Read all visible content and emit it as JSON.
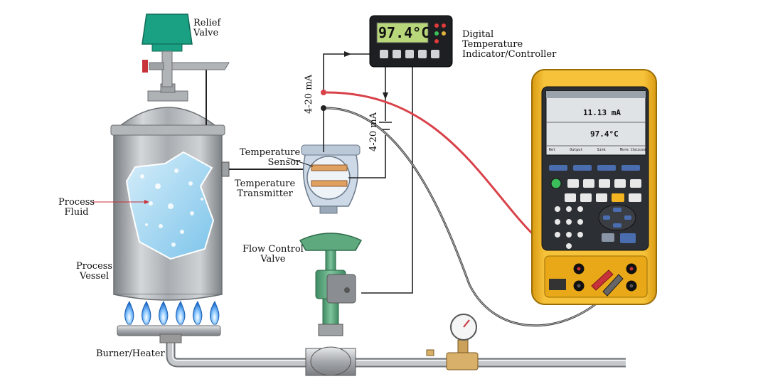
{
  "labels": {
    "relief_valve": [
      "Relief",
      "Valve"
    ],
    "digital_indicator": [
      "Digital",
      "Temperature",
      "Indicator/Controller"
    ],
    "current_loop_1": "4-20 mA",
    "current_loop_2": "4-20 mA",
    "temperature_sensor": [
      "Temperature",
      "Sensor"
    ],
    "temperature_transmitter": [
      "Temperature",
      "Transmitter"
    ],
    "process_fluid": [
      "Process",
      "Fluid"
    ],
    "process_vessel": [
      "Process",
      "Vessel"
    ],
    "flow_control_valve": [
      "Flow Control",
      "Valve"
    ],
    "burner_heater": "Burner/Heater"
  },
  "indicator": {
    "display": "97.4°C"
  },
  "calibrator": {
    "reading_current": "11.13 mA",
    "reading_temperature": "97.4°C",
    "softkeys": [
      "Rel",
      "Output",
      "Sink",
      "More Choices"
    ]
  },
  "colors": {
    "vessel": "#b9bcbf",
    "fluid": "#9fd3ef",
    "relief_valve": "#1aa083",
    "flow_valve": "#5fa97f",
    "calibrator_body": "#f2b521",
    "red_lead": "#d9424a",
    "black_lead": "#555555",
    "flame": "#2a7fd6",
    "indicator_display": "#b8d67a"
  }
}
